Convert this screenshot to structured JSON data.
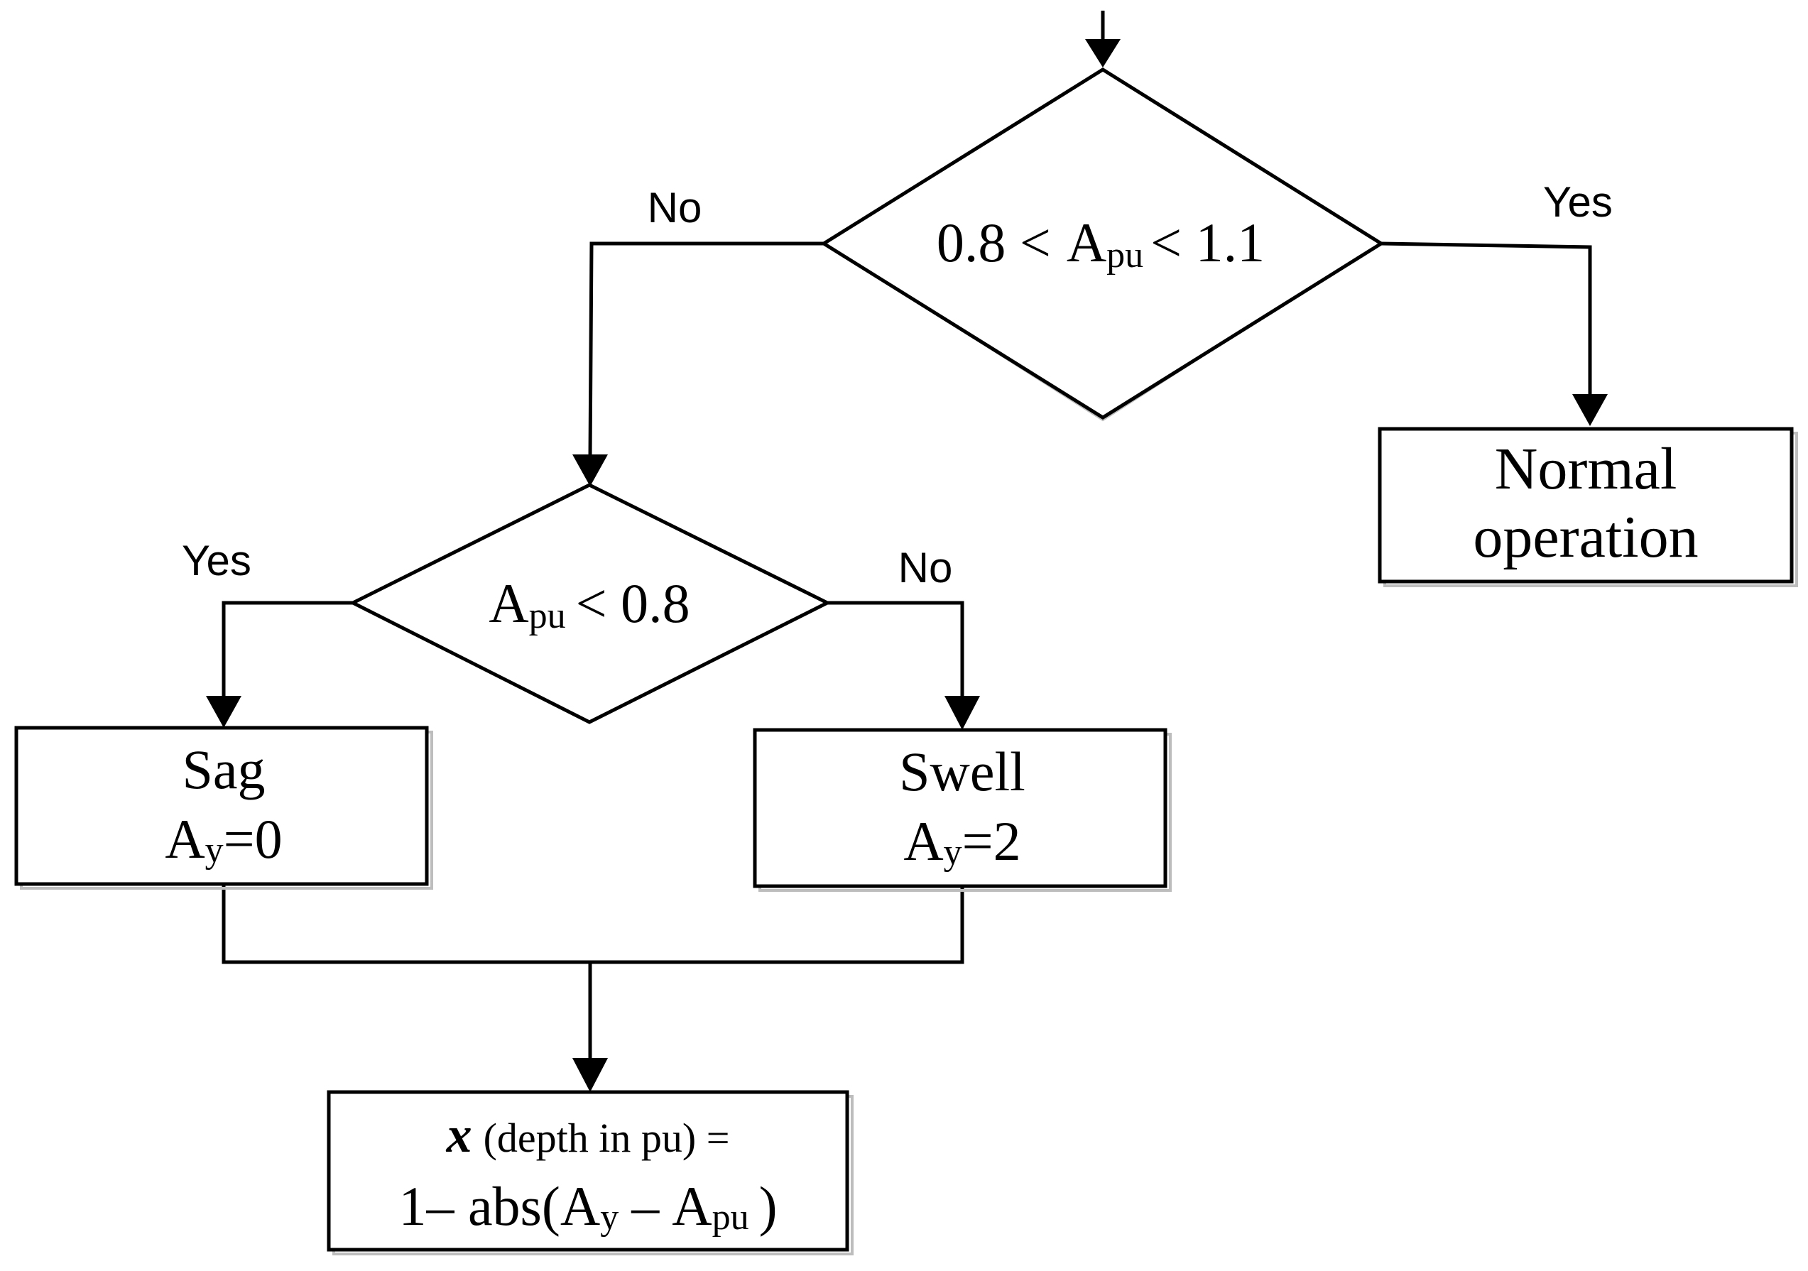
{
  "decision_1": {
    "prefix": "0.8 <",
    "var": "A",
    "var_sub": "pu",
    "suffix": "< 1.1",
    "no_label": "No",
    "yes_label": "Yes"
  },
  "normal_box": {
    "line1": "Normal",
    "line2": "operation"
  },
  "decision_2": {
    "var": "A",
    "var_sub": "pu",
    "suffix": "< 0.8",
    "yes_label": "Yes",
    "no_label": "No"
  },
  "sag_box": {
    "title": "Sag",
    "var": "A",
    "var_sub": "y",
    "value": "=0"
  },
  "swell_box": {
    "title": "Swell",
    "var": "A",
    "var_sub": "y",
    "value": "=2"
  },
  "depth_box": {
    "x_symbol": "x",
    "depth_text": "(depth in pu) =",
    "formula_prefix": "1– abs(",
    "var1": "A",
    "var1_sub": "y",
    "minus": "–",
    "var2": "A",
    "var2_sub": "pu",
    "close": ")"
  }
}
